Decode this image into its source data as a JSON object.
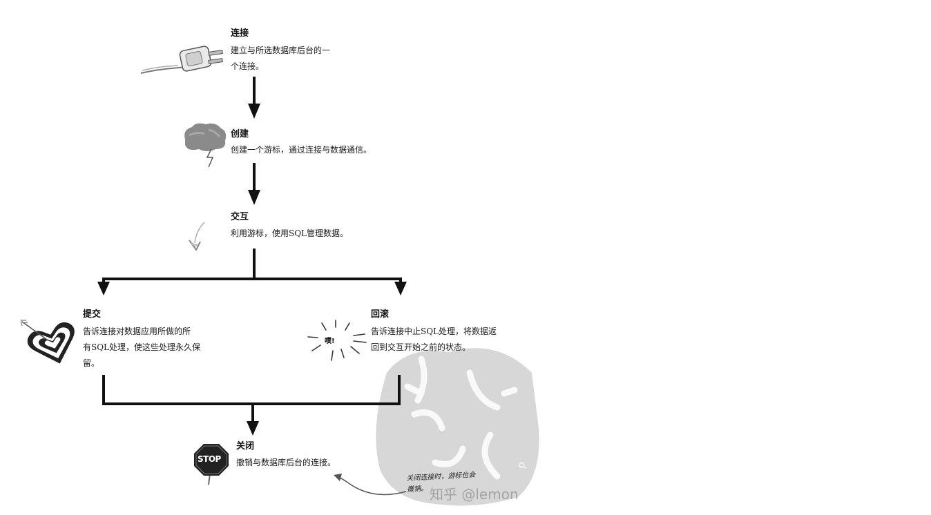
{
  "steps": {
    "connect": {
      "title": "连接",
      "desc_lines": [
        "建立与所选数据库后台的一",
        "个连接。"
      ]
    },
    "create": {
      "title": "创建",
      "desc_lines": [
        "创建一个游标，通过连接与数据通信。"
      ]
    },
    "interact": {
      "title": "交互",
      "desc_lines": [
        "利用游标，使用SQL管理数据。"
      ]
    },
    "commit": {
      "title": "提交",
      "desc_lines": [
        "告诉连接对数据应用所做的所",
        "有SQL处理，使这些处理永久保",
        "留。"
      ]
    },
    "rollback": {
      "title": "回滚",
      "desc_lines": [
        "告诉连接中止SQL处理，将数据返",
        "回到交互开始之前的状态。"
      ]
    },
    "close": {
      "title": "关闭",
      "desc_lines": [
        "撤销与数据库后台的连接。"
      ]
    }
  },
  "icons": {
    "connect": "plug-icon",
    "create": "storm-cloud-icon",
    "interact": "hand-drawn-arrow-icon",
    "commit": "heart-target-icon",
    "rollback": "burst-icon",
    "close": "stop-sign-icon"
  },
  "burst_label": "噗!",
  "stop_label": "STOP",
  "note_lines": [
    "关闭连接时，游标也会",
    "撤销。"
  ],
  "watermark": "知乎 @lemon",
  "colors": {
    "arrow": "#111111",
    "text": "#111111",
    "stop_sign": "#222222",
    "cloud": "#8a8a8a",
    "stamp": "#c8c8c8"
  }
}
